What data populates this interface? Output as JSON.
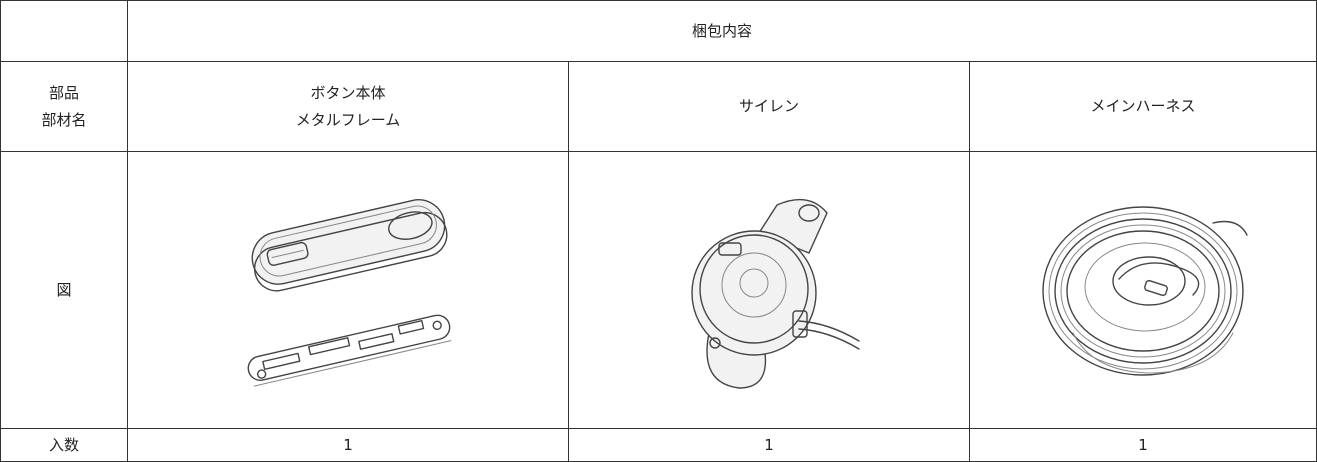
{
  "table": {
    "header_title": "梱包内容",
    "part_label_lines": [
      "部品",
      "部材名"
    ],
    "figure_label": "図",
    "quantity_label": "入数",
    "items": [
      {
        "name_lines": [
          "ボタン本体",
          "メタルフレーム"
        ],
        "figure_icon": "button-and-metal-frame-illustration",
        "quantity": "1"
      },
      {
        "name_lines": [
          "サイレン"
        ],
        "figure_icon": "siren-illustration",
        "quantity": "1"
      },
      {
        "name_lines": [
          "メインハーネス"
        ],
        "figure_icon": "main-harness-coil-illustration",
        "quantity": "1"
      }
    ]
  }
}
